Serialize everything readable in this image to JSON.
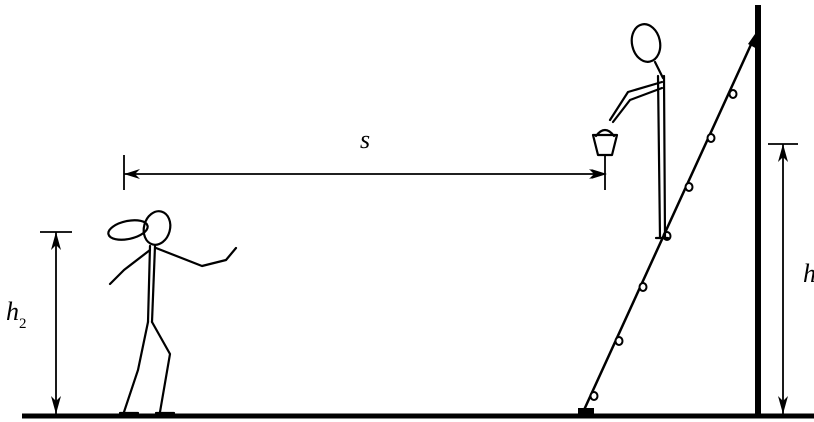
{
  "labels": {
    "distance": "s",
    "thrower_height_main": "h",
    "thrower_height_sub": "2",
    "ladder_height_main": "h"
  }
}
